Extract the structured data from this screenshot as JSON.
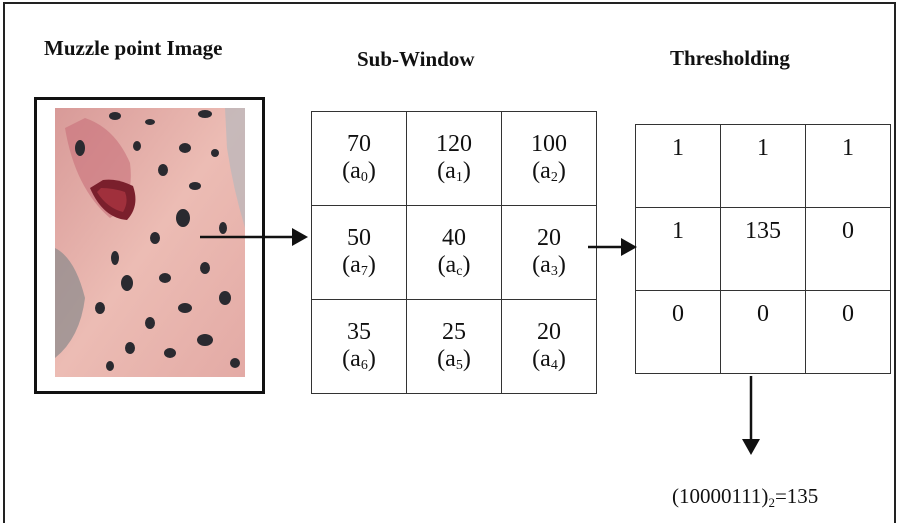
{
  "titles": {
    "image": "Muzzle point Image",
    "subwindow": "Sub-Window",
    "threshold": "Thresholding"
  },
  "subwindow": [
    [
      {
        "v": "70",
        "s": "0"
      },
      {
        "v": "120",
        "s": "1"
      },
      {
        "v": "100",
        "s": "2"
      }
    ],
    [
      {
        "v": "50",
        "s": "7"
      },
      {
        "v": "40",
        "s": "c"
      },
      {
        "v": "20",
        "s": "3"
      }
    ],
    [
      {
        "v": "35",
        "s": "6"
      },
      {
        "v": "25",
        "s": "5"
      },
      {
        "v": "20",
        "s": "4"
      }
    ]
  ],
  "threshold": [
    [
      "1",
      "1",
      "1"
    ],
    [
      "1",
      "135",
      "0"
    ],
    [
      "0",
      "0",
      "0"
    ]
  ],
  "formula": {
    "binary": "(10000111)",
    "base": "2",
    "result": "=135"
  },
  "colors": {
    "skin": "#e8b3ad",
    "spot": "#2a2a30",
    "nostril": "#a0303c"
  }
}
